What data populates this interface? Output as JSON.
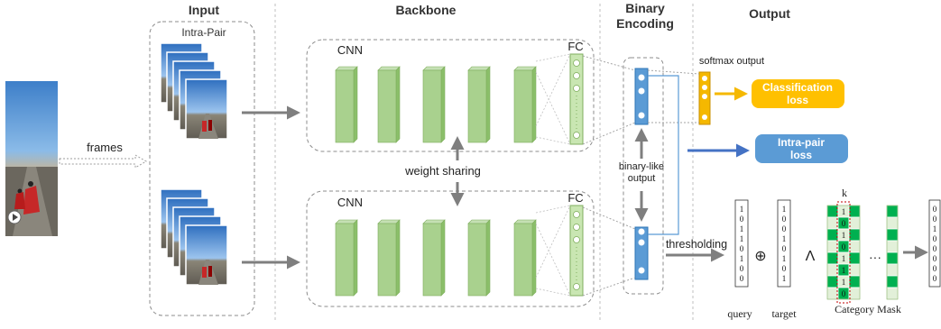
{
  "sections": {
    "input": "Input",
    "backbone": "Backbone",
    "binary_encoding_line1": "Binary",
    "binary_encoding_line2": "Encoding",
    "output": "Output"
  },
  "labels": {
    "intra_pair": "Intra-Pair",
    "frames": "frames",
    "cnn_top": "CNN",
    "cnn_bottom": "CNN",
    "fc_top": "FC",
    "fc_bottom": "FC",
    "weight_sharing": "weight sharing",
    "binary_like_line1": "binary-like",
    "binary_like_line2": "output",
    "softmax_output": "softmax output",
    "classification_loss_line1": "Classification",
    "classification_loss_line2": "loss",
    "intra_pair_loss_line1": "Intra-pair",
    "intra_pair_loss_line2": "loss",
    "thresholding": "thresholding",
    "oplus": "⊕",
    "wedge": "Λ",
    "ellipsis": "···",
    "k": "k",
    "query": "query",
    "target": "target",
    "category_mask": "Category Mask"
  },
  "vectors": {
    "query": [
      "1",
      "0",
      "1",
      "1",
      "0",
      "1",
      "0",
      "0"
    ],
    "target": [
      "1",
      "0",
      "0",
      "1",
      "0",
      "1",
      "0",
      "1"
    ],
    "mask_col": [
      "1",
      "0",
      "1",
      "0",
      "1",
      "1",
      "1",
      "0"
    ],
    "result": [
      "0",
      "0",
      "1",
      "0",
      "0",
      "0",
      "0",
      "0"
    ]
  },
  "colors": {
    "cnn_green": "#a9d18e",
    "fc_green": "#c9e6b2",
    "binary_blue": "#5b9bd5",
    "softmax_orange": "#f5b800",
    "classification_box": "#ffc000",
    "intrapair_box": "#5b9bd5",
    "mask_green": "#00b050",
    "arrow_gray": "#7f7f7f"
  }
}
